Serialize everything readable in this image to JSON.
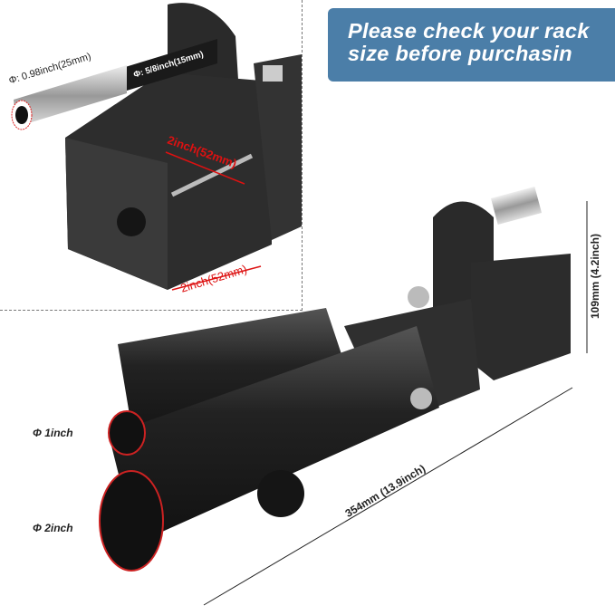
{
  "banner": {
    "line1": "Please check your rack",
    "line2": "size before purchasin"
  },
  "inset": {
    "outer_diameter": "Φ: 0.98inch(25mm)",
    "pin_diameter": "Φ: 5/8inch(15mm)",
    "inner_width": "2inch(52mm)",
    "outer_width": "2inch(52mm)"
  },
  "main": {
    "small_tube": "Φ 1inch",
    "large_tube": "Φ 2inch",
    "length": "354mm (13.9inch)",
    "height": "109mm (4.2inch)"
  }
}
